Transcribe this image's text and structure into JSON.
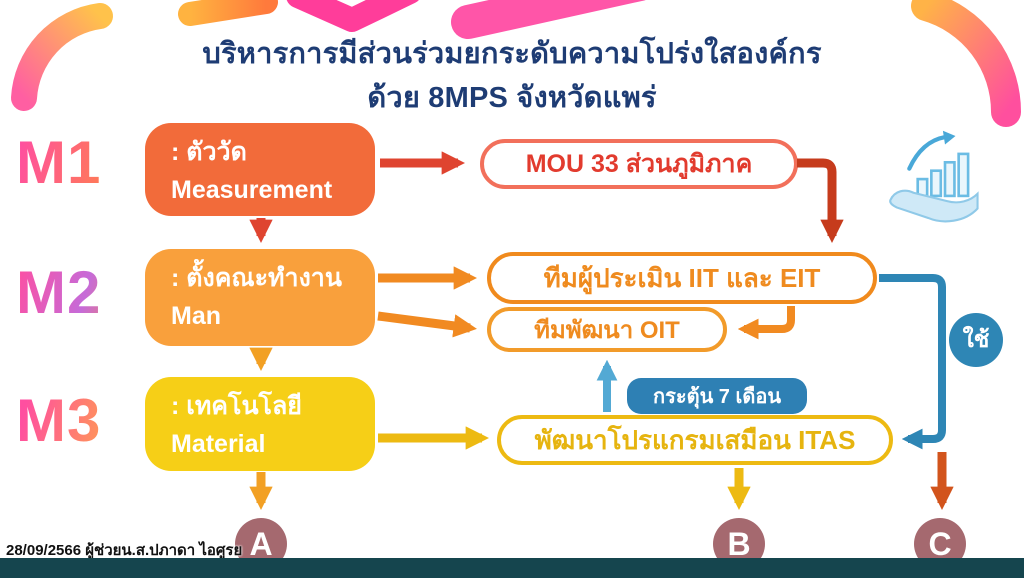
{
  "title": {
    "line1": "บริหารการมีส่วนร่วมยกระดับความโปร่งใสองค์กร",
    "line2": "ด้วย 8MPS จังหวัดแพร่"
  },
  "rows": {
    "m1": {
      "key": "M1",
      "line1": ": ตัววัด",
      "line2": "Measurement"
    },
    "m2": {
      "key": "M2",
      "line1": ": ตั้งคณะทำงาน",
      "line2": "Man"
    },
    "m3": {
      "key": "M3",
      "line1": ": เทคโนโลยี",
      "line2": "Material"
    }
  },
  "pills": {
    "mou": "MOU 33 ส่วนภูมิภาค",
    "iit_eit": "ทีมผู้ประเมิน IIT และ EIT",
    "oit": "ทีมพัฒนา OIT",
    "itas": "พัฒนาโปรแกรมเสมือน ITAS"
  },
  "badges": {
    "stimulate": "กระตุ้น 7 เดือน",
    "use": "ใช้"
  },
  "nodes": {
    "a": "A",
    "b": "B",
    "c": "C"
  },
  "footer": {
    "credit": "28/09/2566 ผู้ช่วยน.ส.ปภาดา ไอศูรย"
  },
  "icons": {
    "growth": "hand-holding-growth-chart-icon"
  },
  "colors": {
    "title_navy": "#1E3C74",
    "m1_box": "#F26B3A",
    "m2_box": "#F9A03C",
    "m3_box": "#F6CF17",
    "mou_border": "#F2705B",
    "mou_text": "#E23B2E",
    "team_orange": "#F08A1D",
    "itas_gold": "#EDBA12",
    "badge_blue": "#2E80B4",
    "loop_blue": "#2E86B5",
    "arrow_red": "#DF4430",
    "arrow_dark_red": "#C63B1C",
    "arrow_dark_orange": "#D2541C",
    "node_rose": "#A5696F",
    "bottom_bar_teal": "#15454E"
  }
}
